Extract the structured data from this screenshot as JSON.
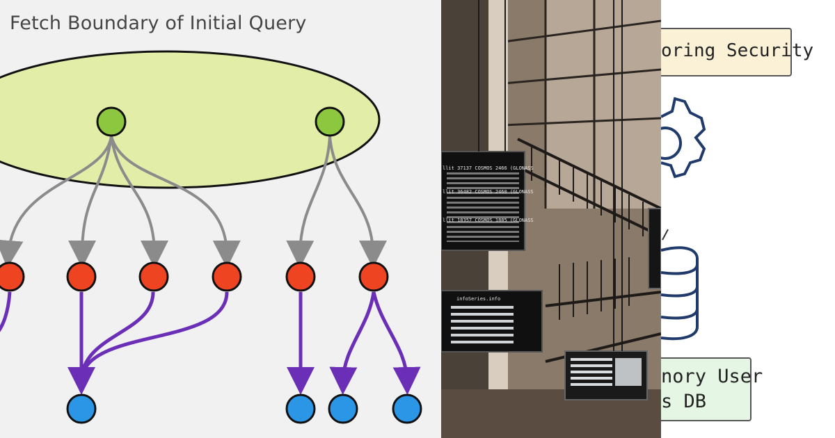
{
  "graph": {
    "title": "Fetch Boundary of Initial Query",
    "colors": {
      "boundary_fill": "#e2eea8",
      "root_node": "#8dc63f",
      "mid_node": "#ee4422",
      "leaf_node": "#2b95e6",
      "gray_edge": "#8b8b8b",
      "purple_edge": "#6a2fb6"
    }
  },
  "photo": {
    "screen_lines": [
      "llit 37137 COSMOS 2466 (GLONASS",
      "llit 36482 COSMOS 2460 (GLONASS",
      "llit 18357 COSMOS 1885 (GLONASS"
    ],
    "screen_header": "infoSeries.info"
  },
  "sketch": {
    "security_label": "oring Security",
    "memory_line1": "nory User",
    "memory_line2": "s DB",
    "icons": [
      "gear-icon",
      "database-icon"
    ]
  }
}
